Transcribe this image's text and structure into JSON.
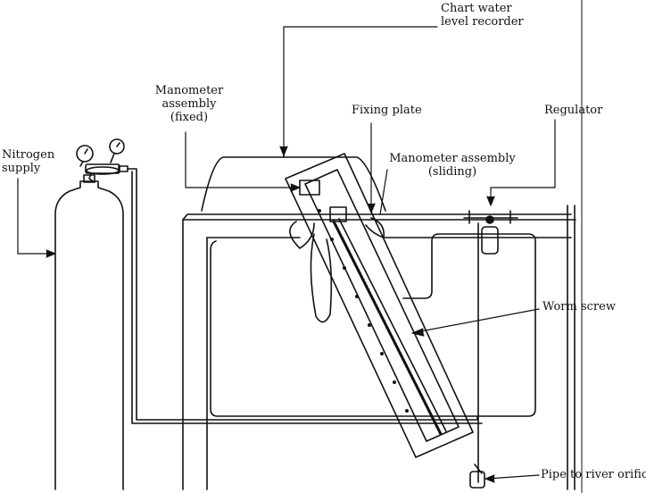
{
  "labels": {
    "chart_recorder": [
      "Chart water",
      "level recorder"
    ],
    "manometer_fixed": [
      "Manometer",
      "assembly",
      "(fixed)"
    ],
    "fixing_plate": "Fixing plate",
    "regulator": "Regulator",
    "nitrogen_supply": [
      "Nitrogen",
      "supply"
    ],
    "manometer_sliding": [
      "Manometer assembly",
      "(sliding)"
    ],
    "worm_screw": "Worm screw",
    "pipe_to_river": "Pipe to river orifice"
  },
  "colors": {
    "ink": "#111111",
    "background": "#ffffff"
  }
}
